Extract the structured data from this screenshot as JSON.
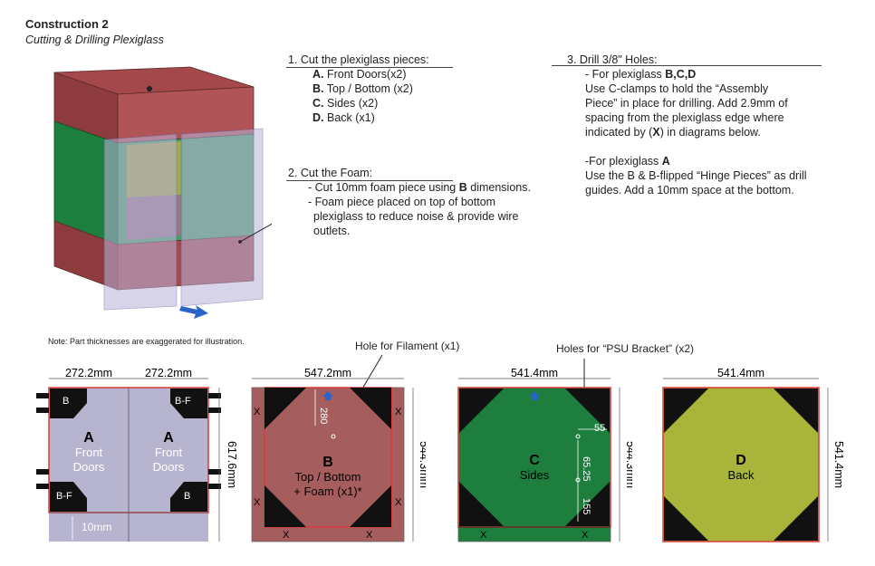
{
  "header": {
    "title": "Construction 2",
    "subtitle": "Cutting & Drilling Plexiglass"
  },
  "step1": {
    "heading": "1. Cut the plexiglass pieces:",
    "items": [
      {
        "letter": "A.",
        "text": "Front Doors(x2)"
      },
      {
        "letter": "B.",
        "text": "Top / Bottom (x2)"
      },
      {
        "letter": "C.",
        "text": "Sides (x2)"
      },
      {
        "letter": "D.",
        "text": "Back (x1)"
      }
    ]
  },
  "step2": {
    "heading": "2. Cut the Foam:",
    "line1_pre": "- Cut 10mm foam piece using ",
    "line1_bold": "B",
    "line1_post": " dimensions.",
    "line2": "- Foam piece placed on top of bottom",
    "line3": "plexiglass to reduce noise & provide wire",
    "line4": "outlets."
  },
  "step3": {
    "heading": "3. Drill 3/8\" Holes:",
    "l1_pre": "- For plexiglass ",
    "l1_bold": "B,C,D",
    "l2": "Use C-clamps to hold the “Assembly",
    "l3": "Piece” in place for drilling. Add 2.9mm of",
    "l4": "spacing from the plexiglass edge where",
    "l5_pre": "indicated by (",
    "l5_bold": "X",
    "l5_post": ") in diagrams below.",
    "l6_pre": "-For plexiglass ",
    "l6_bold": "A",
    "l7": "Use the B & B-flipped “Hinge Pieces” as drill",
    "l8": "guides. Add a 10mm space at the bottom."
  },
  "note": "Note: Part thicknesses are exaggerated for illustration.",
  "callouts": {
    "filament": "Hole for Filament (x1)",
    "psu": "Holes for “PSU Bracket” (x2)"
  },
  "panelA": {
    "dim_left": "272.2mm",
    "dim_right": "272.2mm",
    "dim_height": "617.6mm",
    "dim_bottom": "10mm",
    "letter": "A",
    "label1": "Front",
    "label2": "Doors",
    "hinge_b": "B",
    "hinge_bf": "B-F",
    "colors": {
      "panel": "#b7b4cf",
      "border": "#d93b3b",
      "corner": "#111111"
    }
  },
  "panelB": {
    "dim_width": "547.2mm",
    "dim_height": "544.3mm",
    "dim_hole": "280",
    "letter": "B",
    "label1": "Top / Bottom",
    "label2": "+ Foam (x1)*",
    "mark": "X",
    "colors": {
      "panel": "#a65d5d",
      "border": "#d93b3b"
    }
  },
  "panelC": {
    "dim_width": "541.4mm",
    "dim_height": "544.3mm",
    "dim_55": "55",
    "dim_6525": "65.25",
    "dim_155": "155",
    "letter": "C",
    "label": "Sides",
    "mark": "X",
    "colors": {
      "panel": "#1e7e3e",
      "border": "#d93b3b"
    }
  },
  "panelD": {
    "dim_width": "541.4mm",
    "dim_height": "541.4mm",
    "letter": "D",
    "label": "Back",
    "colors": {
      "panel": "#a8b53a",
      "border": "#d93b3b"
    }
  }
}
